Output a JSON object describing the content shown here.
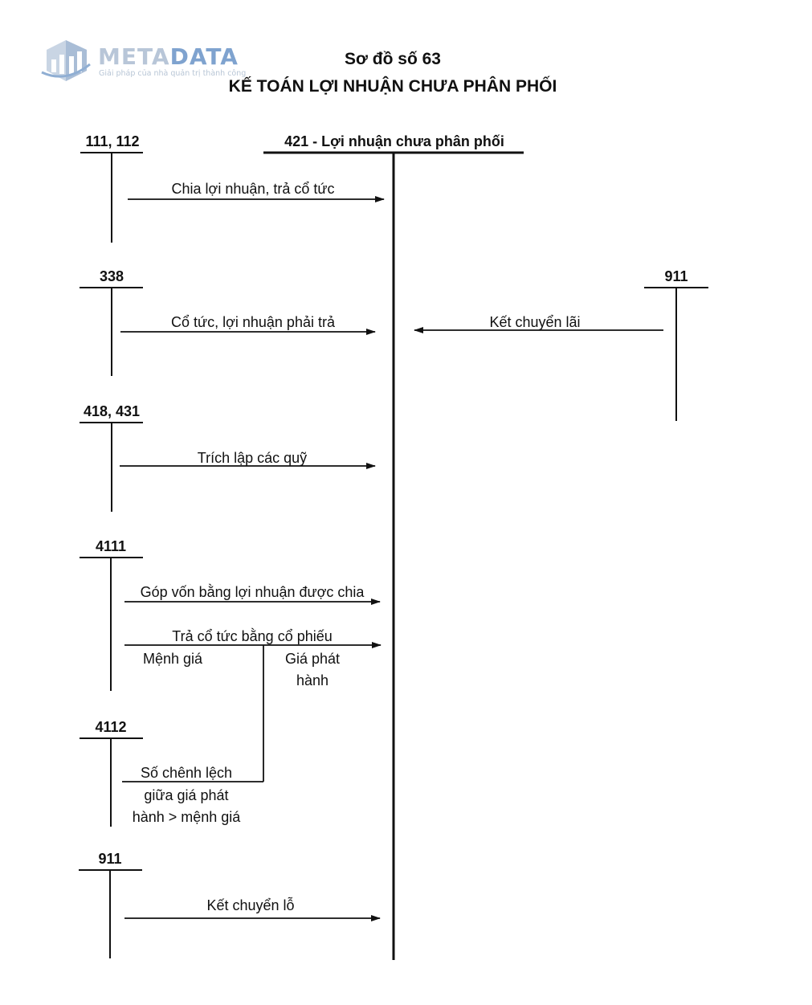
{
  "logo": {
    "word_part1": "META",
    "word_part2": "DATA",
    "tagline": "Giải pháp của nhà quản trị thành công",
    "icon": "building-chart-icon",
    "colors": {
      "light": "#b8c6d8",
      "accent": "#7fa3cf"
    }
  },
  "title": {
    "line1": "Sơ đồ số 63",
    "line2": "KẾ TOÁN LỢI NHUẬN CHƯA PHÂN PHỐI"
  },
  "main_account": "421 - Lợi nhuận chưa phân phối",
  "accounts": {
    "a111": "111, 112",
    "a338": "338",
    "a418": "418, 431",
    "a4111": "4111",
    "a4112": "4112",
    "a911_left": "911",
    "a911_right": "911"
  },
  "entries": {
    "chia_loi_nhuan": "Chia lợi nhuận, trả cổ tức",
    "co_tuc_phai_tra": "Cổ tức, lợi nhuận phải trả",
    "ket_chuyen_lai": "Kết chuyển lãi",
    "trich_lap_quy": "Trích lập các quỹ",
    "gop_von": "Góp vốn bằng lợi nhuận được chia",
    "tra_co_tuc_co_phieu": "Trả cổ tức bằng cổ phiếu",
    "menh_gia": "Mệnh giá",
    "gia_phat_hanh_1": "Giá phát",
    "gia_phat_hanh_2": "hành",
    "chenh_lech_1": "Số chênh lệch",
    "chenh_lech_2": "giữa giá phát",
    "chenh_lech_3": "hành > mệnh giá",
    "ket_chuyen_lo": "Kết chuyển lỗ"
  }
}
